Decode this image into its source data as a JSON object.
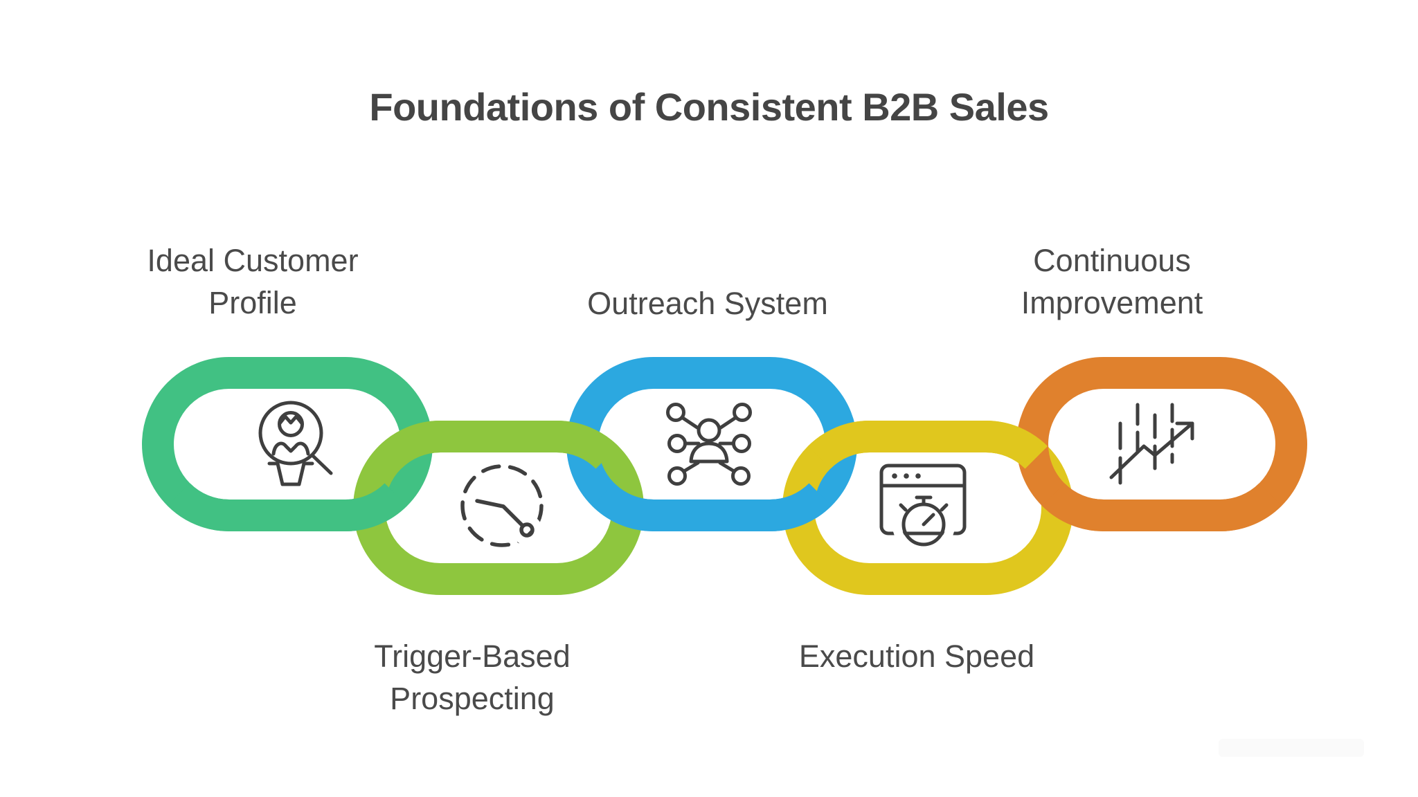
{
  "title": "Foundations of Consistent B2B Sales",
  "label_color": "#4a4a4a",
  "icon_stroke": "#3f3f3f",
  "links": [
    {
      "id": "ideal-customer-profile",
      "label": "Ideal Customer Profile",
      "label_line1": "Ideal Customer",
      "label_line2": "Profile",
      "color": "#41c183",
      "icon": "person-search-icon",
      "row": "top"
    },
    {
      "id": "trigger-based-prospecting",
      "label": "Trigger-Based Prospecting",
      "label_line1": "Trigger-Based",
      "label_line2": "Prospecting",
      "color": "#8ec63e",
      "icon": "dashed-clock-icon",
      "row": "bottom"
    },
    {
      "id": "outreach-system",
      "label": "Outreach System",
      "label_line1": "Outreach System",
      "label_line2": "",
      "color": "#2ca8e0",
      "icon": "network-person-icon",
      "row": "top"
    },
    {
      "id": "execution-speed",
      "label": "Execution Speed",
      "label_line1": "Execution Speed",
      "label_line2": "",
      "color": "#e0c71e",
      "icon": "browser-stopwatch-icon",
      "row": "bottom"
    },
    {
      "id": "continuous-improvement",
      "label": "Continuous Improvement",
      "label_line1": "Continuous",
      "label_line2": "Improvement",
      "color": "#e0812d",
      "icon": "growth-chart-icon",
      "row": "top"
    }
  ]
}
